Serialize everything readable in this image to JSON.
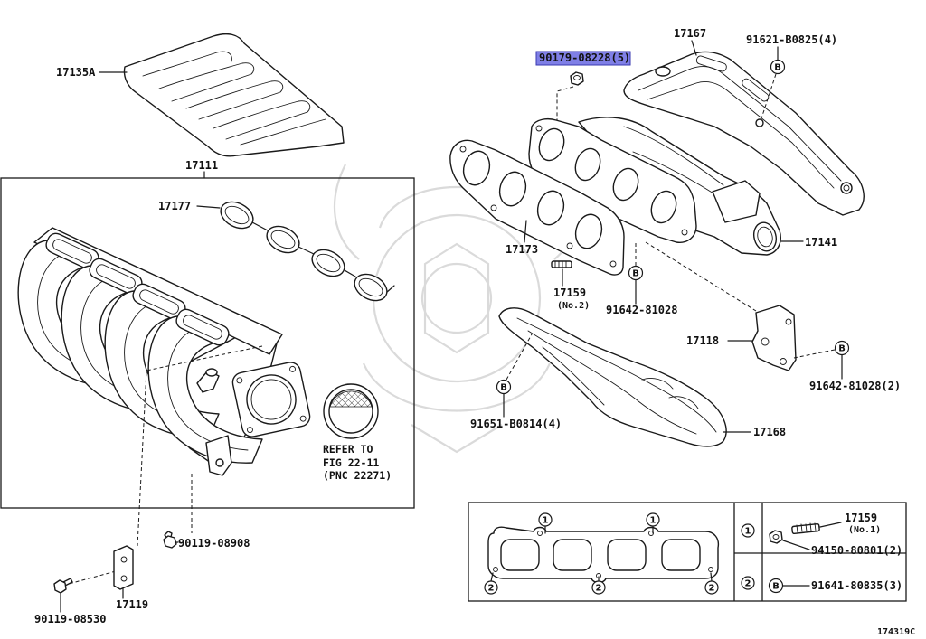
{
  "figure_code": "174319C",
  "colors": {
    "line": "#1a1a1a",
    "background": "#ffffff",
    "highlight": "#7f7fe6",
    "highlight_border": "#3a3ab0",
    "watermark": "#dadada"
  },
  "markers": {
    "b": "B",
    "one": "1",
    "two": "2"
  },
  "callouts": {
    "c17135A": "17135A",
    "c17111": "17111",
    "c17177": "17177",
    "c90119_08908": "90119-08908",
    "c17119": "17119",
    "c90119_08530": "90119-08530",
    "c90179_08228": "90179-08228(5)",
    "c17167": "17167",
    "c91621_B0825": "91621-B0825(4)",
    "c17173": "17173",
    "c17159_no2": "17159",
    "c17159_no2_sub": "(No.2)",
    "c91642_81028": "91642-81028",
    "c17141": "17141",
    "c17118": "17118",
    "c91642_81028_2": "91642-81028(2)",
    "c91651_B0814": "91651-B0814(4)",
    "c17168": "17168"
  },
  "ref_note": [
    "REFER TO",
    "FIG 22-11",
    "(PNC 22271)"
  ],
  "legend": {
    "c17159_no1": "17159",
    "c17159_no1_sub": "(No.1)",
    "c94150_80801": "94150-80801(2)",
    "c91641_80835": "91641-80835(3)"
  }
}
